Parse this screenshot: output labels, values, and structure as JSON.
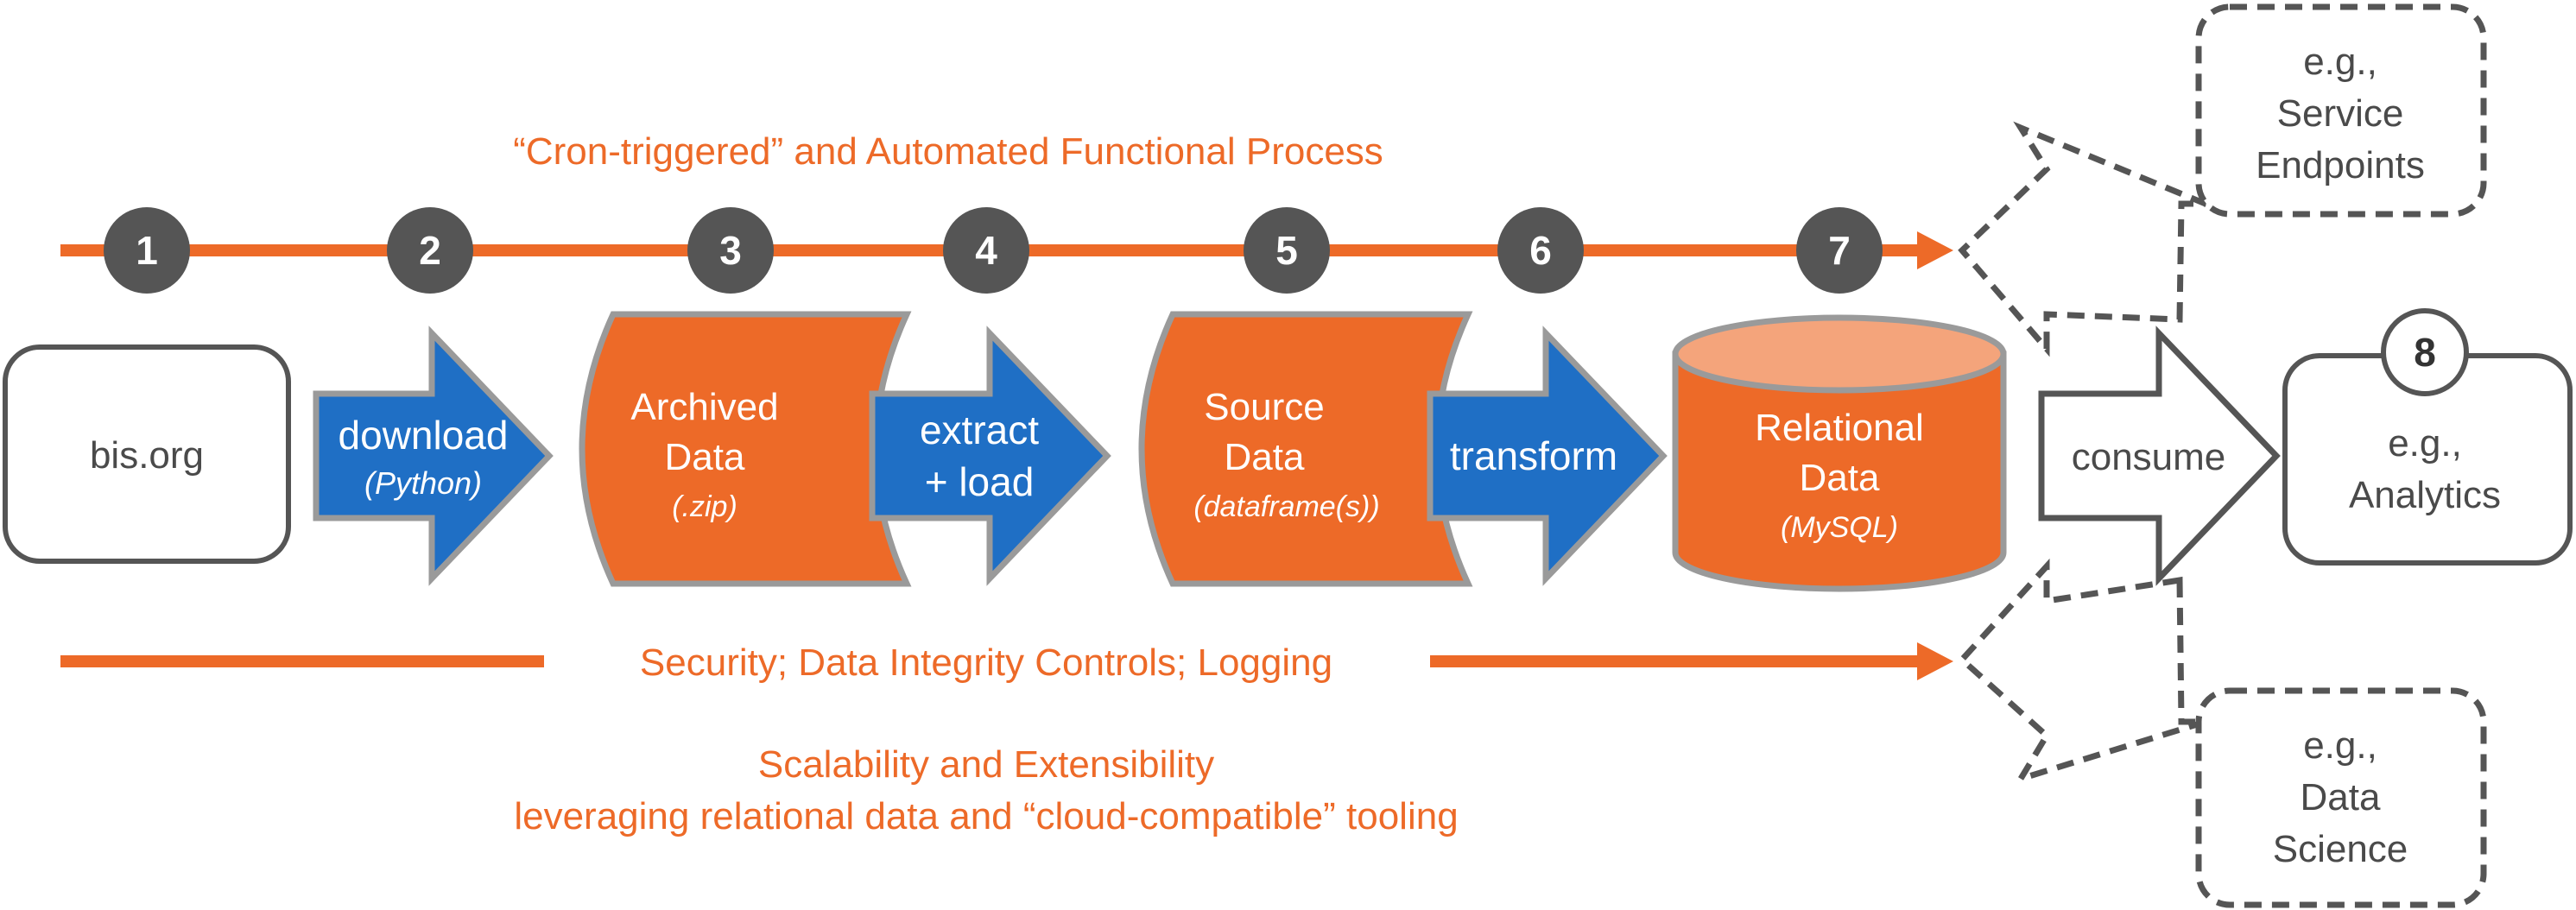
{
  "colors": {
    "orange": "#ED6A28",
    "orange_light": "#F4A47B",
    "blue": "#1F6FC5",
    "dark_gray": "#555555",
    "border_gray": "#999999"
  },
  "header": {
    "process_title": "“Cron-triggered” and Automated Functional Process"
  },
  "steps": [
    "1",
    "2",
    "3",
    "4",
    "5",
    "6",
    "7"
  ],
  "source": {
    "label": "bis.org"
  },
  "download": {
    "label": "download",
    "sub": "(Python)"
  },
  "archived": {
    "line1": "Archived",
    "line2": "Data",
    "sub": "(.zip)"
  },
  "extract": {
    "line1": "extract",
    "line2": "+ load"
  },
  "source_data": {
    "line1": "Source",
    "line2": "Data",
    "sub": "(dataframe(s))"
  },
  "transform": {
    "label": "transform"
  },
  "relational": {
    "line1": "Relational",
    "line2": "Data",
    "sub": "(MySQL)"
  },
  "consume": {
    "label": "consume"
  },
  "security": {
    "label": "Security; Data Integrity Controls; Logging"
  },
  "scalability": {
    "line1": "Scalability and Extensibility",
    "line2": "leveraging relational data and “cloud-compatible” tooling"
  },
  "endpoints": {
    "line1": "e.g.,",
    "line2": "Service",
    "line3": "Endpoints"
  },
  "analytics": {
    "number": "8",
    "line1": "e.g.,",
    "line2": "Analytics"
  },
  "science": {
    "line1": "e.g.,",
    "line2": "Data",
    "line3": "Science"
  }
}
